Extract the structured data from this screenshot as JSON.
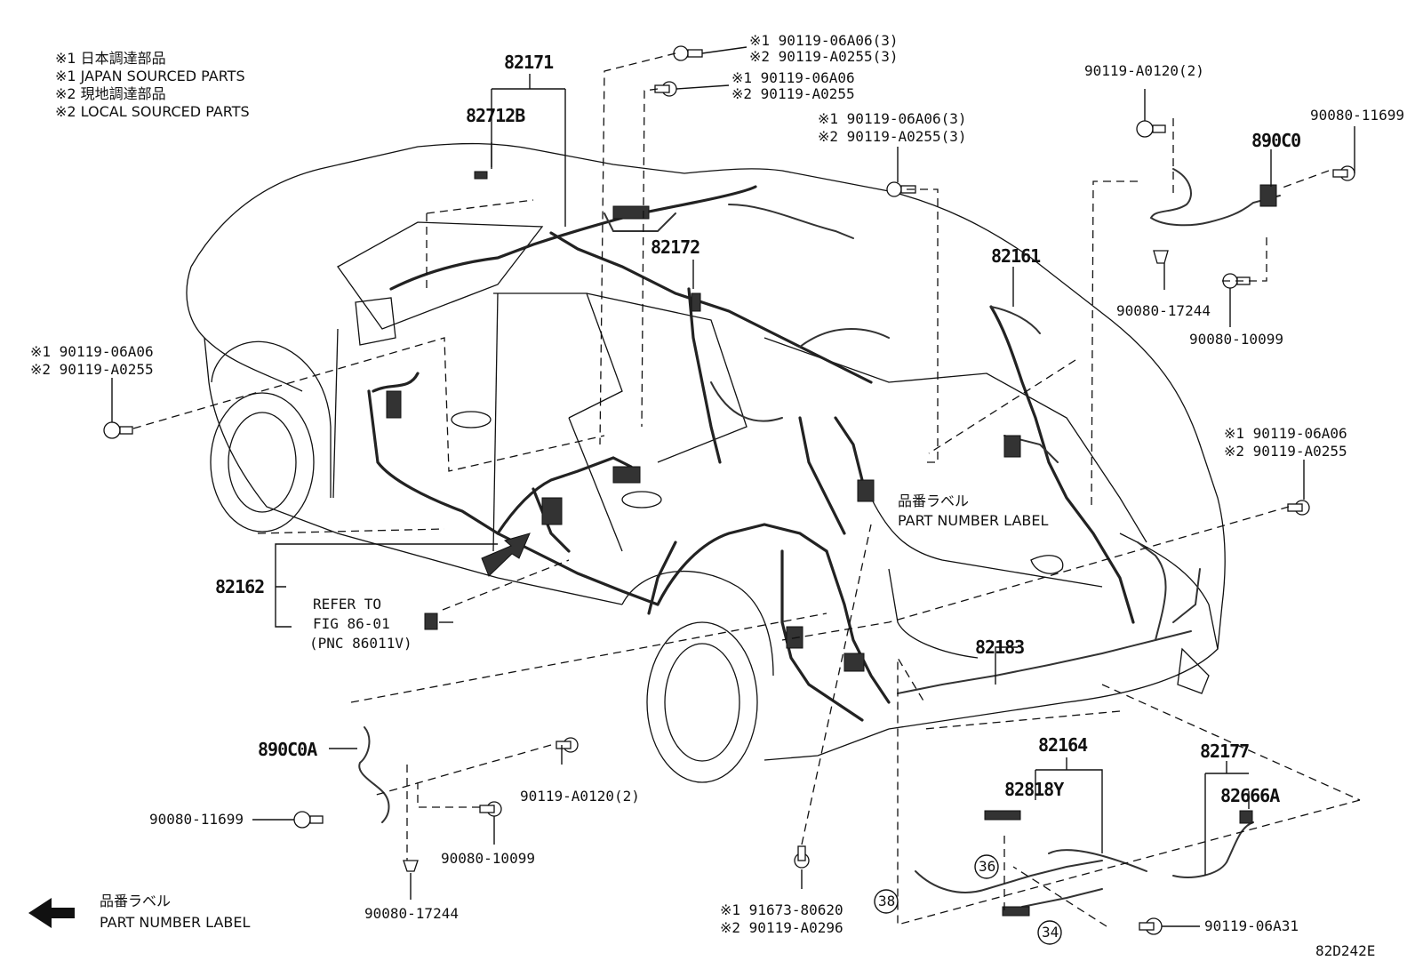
{
  "legend": [
    "※1 日本調達部品",
    "※1 JAPAN SOURCED PARTS",
    "※2 現地調達部品",
    "※2 LOCAL SOURCED PARTS"
  ],
  "labels": {
    "p82171": "82171",
    "p82712B": "82712B",
    "p82172": "82172",
    "p82161": "82161",
    "p890C0": "890C0",
    "p82162": "82162",
    "p82183": "82183",
    "p890C0A": "890C0A",
    "p82164": "82164",
    "p82818Y": "82818Y",
    "p82177": "82177",
    "p82666A": "82666A",
    "b_top1_l1": "※1 90119-06A06(3)",
    "b_top1_l2": "※2 90119-A0255(3)",
    "b_top2_l1": "※1 90119-06A06",
    "b_top2_l2": "※2 90119-A0255",
    "b_mid_l1": "※1 90119-06A06(3)",
    "b_mid_l2": "※2 90119-A0255(3)",
    "b_left_l1": "※1 90119-06A06",
    "b_left_l2": "※2 90119-A0255",
    "b_right_l1": "※1 90119-06A06",
    "b_right_l2": "※2 90119-A0255",
    "b_tr_0120": "90119-A0120(2)",
    "b_tr_11699": "90080-11699",
    "b_tr_17244": "90080-17244",
    "b_tr_10099": "90080-10099",
    "b_bl_11699": "90080-11699",
    "b_bl_0120": "90119-A0120(2)",
    "b_bl_10099": "90080-10099",
    "b_bl_17244": "90080-17244",
    "b_bot_l1": "※1 91673-80620",
    "b_bot_l2": "※2 90119-A0296",
    "b_06A31": "90119-06A31",
    "refer_l1": "REFER TO",
    "refer_l2": "FIG 86-01",
    "refer_l3": "(PNC 86011V)",
    "pnl_jp": "品番ラベル",
    "pnl_en": "PART NUMBER LABEL",
    "pnl2_jp": "品番ラベル",
    "pnl2_en": "PART NUMBER LABEL",
    "c36": "36",
    "c38": "38",
    "c34": "34",
    "figure_code": "82D242E"
  }
}
